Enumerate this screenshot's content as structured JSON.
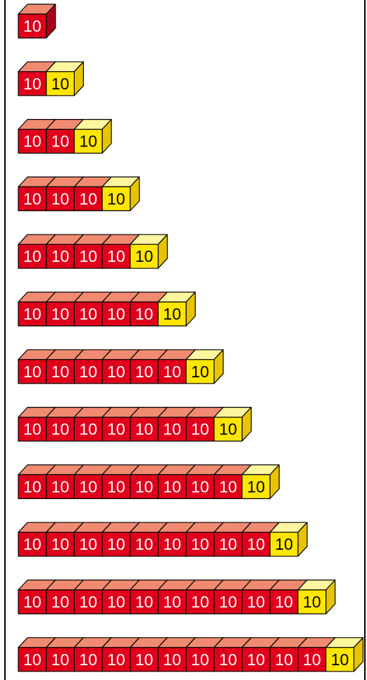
{
  "figure": {
    "description_rows": 12,
    "rows": [
      {
        "red": 1,
        "yellow": 0
      },
      {
        "red": 1,
        "yellow": 1
      },
      {
        "red": 2,
        "yellow": 1
      },
      {
        "red": 3,
        "yellow": 1
      },
      {
        "red": 4,
        "yellow": 1
      },
      {
        "red": 5,
        "yellow": 1
      },
      {
        "red": 6,
        "yellow": 1
      },
      {
        "red": 7,
        "yellow": 1
      },
      {
        "red": 8,
        "yellow": 1
      },
      {
        "red": 9,
        "yellow": 1
      },
      {
        "red": 10,
        "yellow": 1
      },
      {
        "red": 11,
        "yellow": 1
      }
    ],
    "block_label": "10",
    "colors": {
      "red_front": "#e0001b",
      "red_top": "#f08a70",
      "red_side": "#a8001a",
      "yellow_front": "#ffe600",
      "yellow_top": "#fff6a0",
      "yellow_side": "#e8c400",
      "stroke": "#000000",
      "label_on_red": "#ffffff",
      "label_on_yellow": "#000000"
    }
  }
}
